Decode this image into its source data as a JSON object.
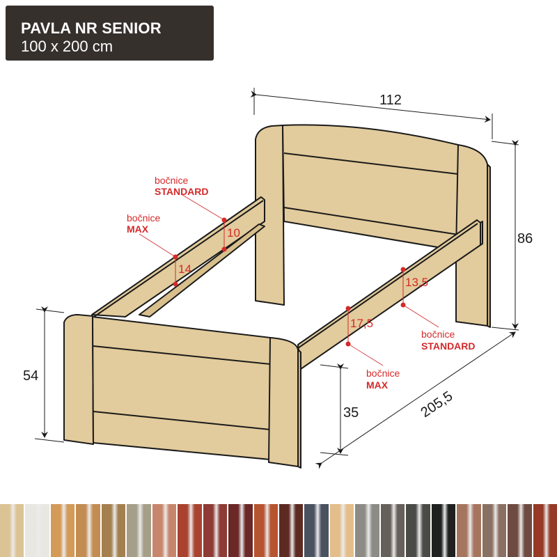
{
  "header": {
    "product_name": "PAVLA NR SENIOR",
    "size": "100 x 200 cm"
  },
  "dimensions": {
    "headboard_width": "112",
    "headboard_height": "86",
    "footboard_height": "54",
    "clearance_height": "35",
    "length": "205,5"
  },
  "side_rail_labels": {
    "left_standard": {
      "line1": "bočnice",
      "line2": "STANDARD",
      "value": "10"
    },
    "left_max": {
      "line1": "bočnice",
      "line2": "MAX",
      "value": "14"
    },
    "right_standard": {
      "line1": "bočnice",
      "line2": "STANDARD",
      "value": "13,5"
    },
    "right_max": {
      "line1": "bočnice",
      "line2": "MAX",
      "value": "17,5"
    }
  },
  "colors": {
    "title_bg": "#36302d",
    "wood": "#e2cb9c",
    "outline": "#1a1a1a",
    "annotation_red": "#d42a2a"
  },
  "color_swatches": [
    {
      "name": "natural-beech",
      "color": "#dcc394"
    },
    {
      "name": "white",
      "color": "#e9e7e2"
    },
    {
      "name": "alder",
      "color": "#d39a58"
    },
    {
      "name": "oak-light",
      "color": "#c28c52"
    },
    {
      "name": "oak-rustic",
      "color": "#a4804f"
    },
    {
      "name": "grey-oak",
      "color": "#a59e88"
    },
    {
      "name": "salmon",
      "color": "#c7866c"
    },
    {
      "name": "cherry-red",
      "color": "#a9432f"
    },
    {
      "name": "mahogany-light",
      "color": "#8e3b35"
    },
    {
      "name": "mahogany-dark",
      "color": "#6a2826"
    },
    {
      "name": "teak-orange",
      "color": "#b6542f"
    },
    {
      "name": "walnut-dark",
      "color": "#5d2a22"
    },
    {
      "name": "anthracite-blue",
      "color": "#4a5260"
    },
    {
      "name": "light-maple",
      "color": "#e3be8a"
    },
    {
      "name": "grey",
      "color": "#8c8b85"
    },
    {
      "name": "graphite",
      "color": "#66605a"
    },
    {
      "name": "dark-grey",
      "color": "#4a4b47"
    },
    {
      "name": "black",
      "color": "#1f2121"
    },
    {
      "name": "nut-light",
      "color": "#a6755e"
    },
    {
      "name": "mocha",
      "color": "#8a7062"
    },
    {
      "name": "chocolate",
      "color": "#6e4a40"
    },
    {
      "name": "red-walnut",
      "color": "#963a26"
    }
  ]
}
